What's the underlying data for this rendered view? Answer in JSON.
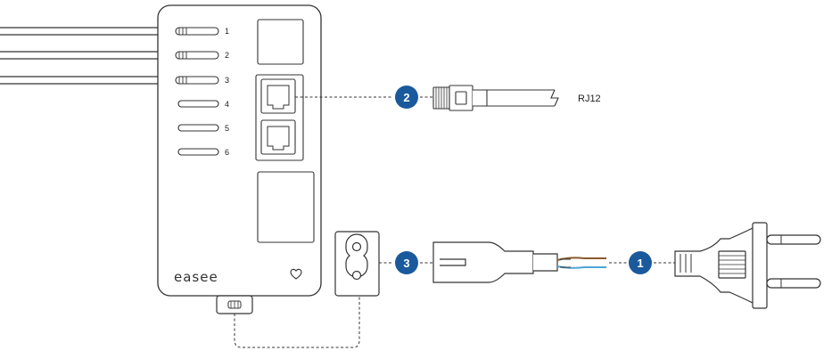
{
  "device": {
    "brand": "easee",
    "ports": [
      "1",
      "2",
      "3",
      "4",
      "5",
      "6"
    ],
    "heart_icon": "heart-icon"
  },
  "connectors": {
    "rj12_label": "RJ12"
  },
  "badges": {
    "network": "2",
    "power_inlet": "3",
    "mains_plug": "1"
  },
  "colors": {
    "badge": "#1a5a9c",
    "wire_brown": "#8a5a2b",
    "wire_blue": "#4aa6d8",
    "outline": "#333333"
  }
}
